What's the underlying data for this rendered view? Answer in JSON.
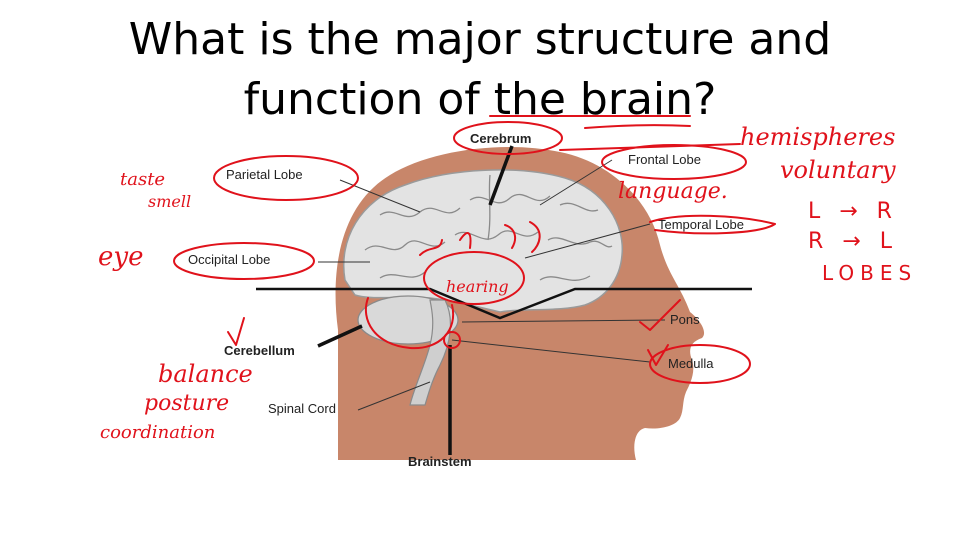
{
  "title": {
    "line1": "What is the major structure and",
    "line2": "function of the brain?"
  },
  "labels": {
    "cerebrum": "Cerebrum",
    "frontal_lobe": "Frontal Lobe",
    "parietal_lobe": "Parietal Lobe",
    "temporal_lobe": "Temporal Lobe",
    "occipital_lobe": "Occipital Lobe",
    "pons": "Pons",
    "medulla": "Medulla",
    "cerebellum": "Cerebellum",
    "spinal_cord": "Spinal Cord",
    "brainstem": "Brainstem"
  },
  "annotations": {
    "hemispheres": "hemispheres",
    "voluntary": "voluntary",
    "l_to_r": "L → R",
    "r_to_l": "R → L",
    "lobes": "LOBES",
    "language": "language.",
    "taste": "taste",
    "smell": "smell",
    "eye": "eye",
    "hearing": "hearing",
    "balance": "balance",
    "posture": "posture",
    "coordination": "coordination"
  },
  "colors": {
    "head": "#c8866a",
    "brain": "#e3e3e3",
    "ink": "#e0121b"
  }
}
